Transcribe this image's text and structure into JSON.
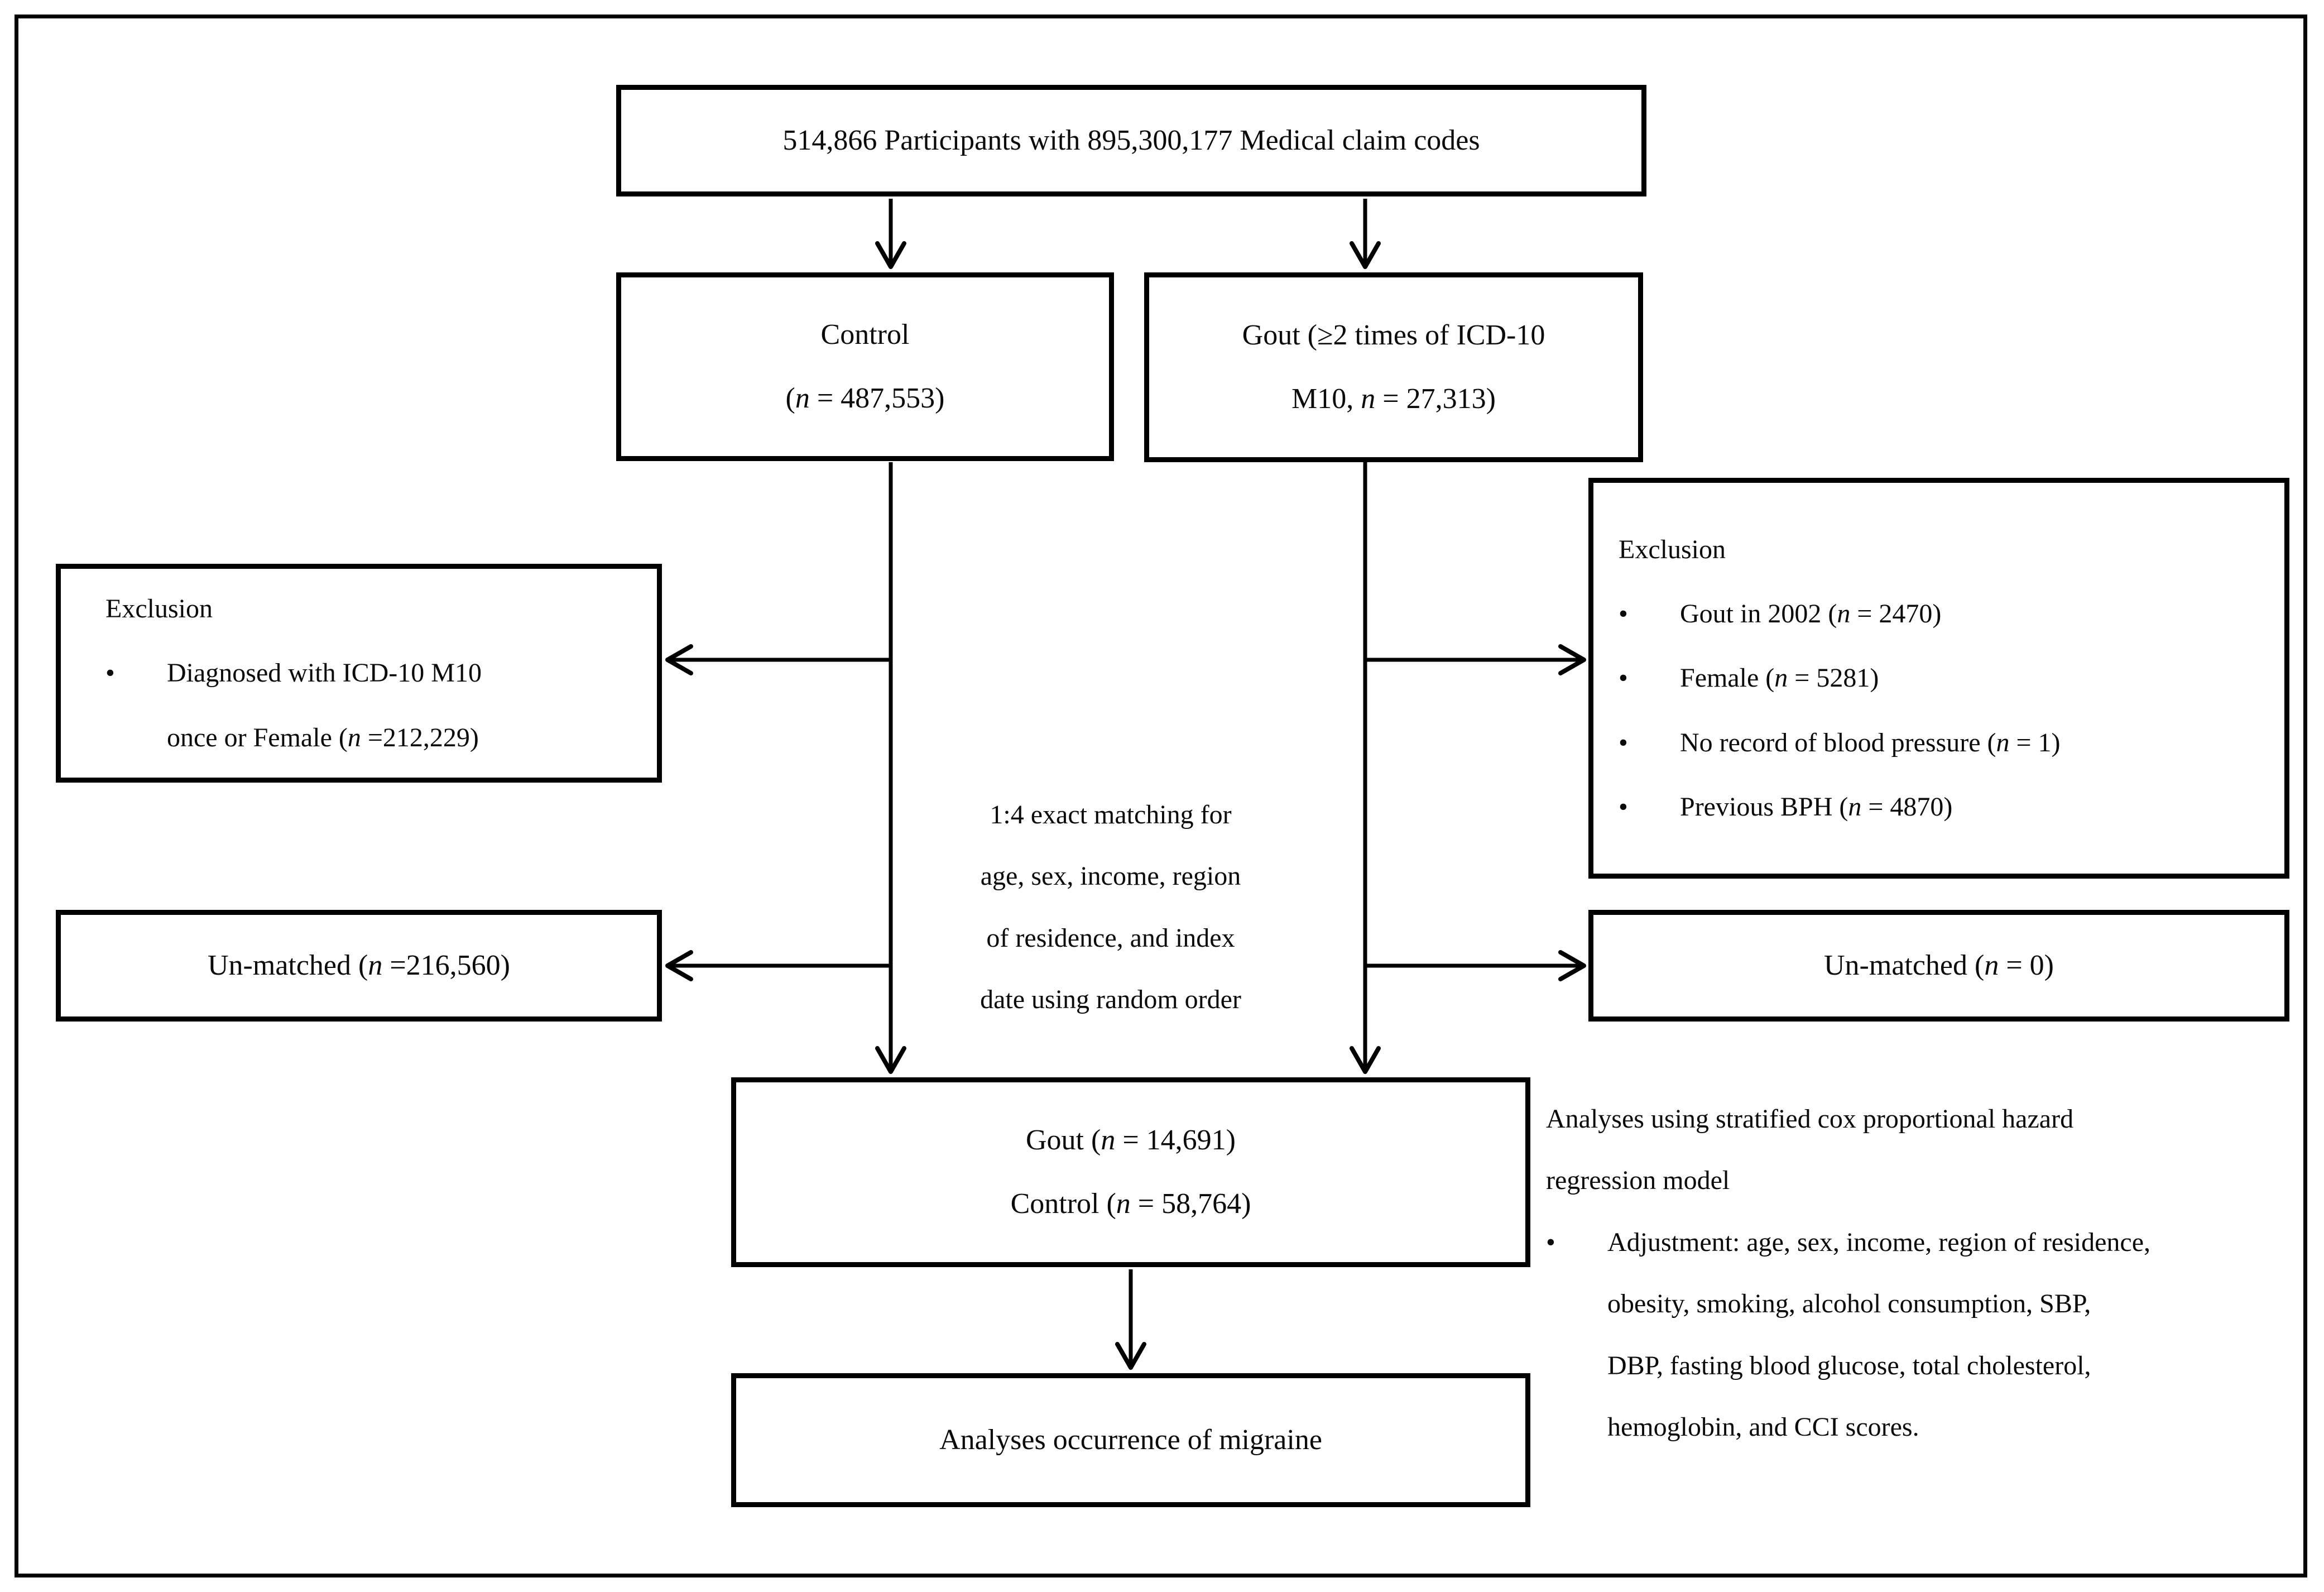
{
  "ui": {
    "bullet": "•"
  },
  "colors": {
    "ink": "#000000",
    "paper": "#ffffff"
  },
  "flowchart": {
    "top_box": {
      "text": "514,866 Participants with 895,300,177 Medical claim codes"
    },
    "control_box": {
      "lines": [
        "Control",
        "(n = 487,553)"
      ]
    },
    "gout_box": {
      "lines": [
        "Gout (≥2 times of ICD-10",
        "M10, n = 27,313)"
      ]
    },
    "left_exclusion": {
      "title": "Exclusion",
      "item_lines": [
        "Diagnosed with ICD-10 M10",
        "once or Female (n =212,229)"
      ]
    },
    "right_exclusion": {
      "title": "Exclusion",
      "items": [
        "Gout in 2002 (n = 2470)",
        "Female (n = 5281)",
        "No record of blood pressure (n = 1)",
        "Previous BPH (n = 4870)"
      ]
    },
    "matching_note_lines": [
      "1:4 exact matching for",
      "age, sex, income, region",
      "of residence, and index",
      "date using random order"
    ],
    "left_unmatched": {
      "text": "Un-matched (n =216,560)"
    },
    "right_unmatched": {
      "text": "Un-matched (n = 0)"
    },
    "matched_box": {
      "lines": [
        "Gout (n = 14,691)",
        "Control (n = 58,764)"
      ]
    },
    "analysis_note": {
      "intro_lines": [
        "Analyses using stratified cox proportional hazard",
        "regression model"
      ],
      "item_lines": [
        "Adjustment: age, sex, income, region of residence,",
        "obesity, smoking, alcohol consumption, SBP,",
        "DBP, fasting blood glucose, total cholesterol,",
        "hemoglobin, and CCI scores."
      ]
    },
    "outcome_box": {
      "text": "Analyses occurrence of migraine"
    }
  }
}
